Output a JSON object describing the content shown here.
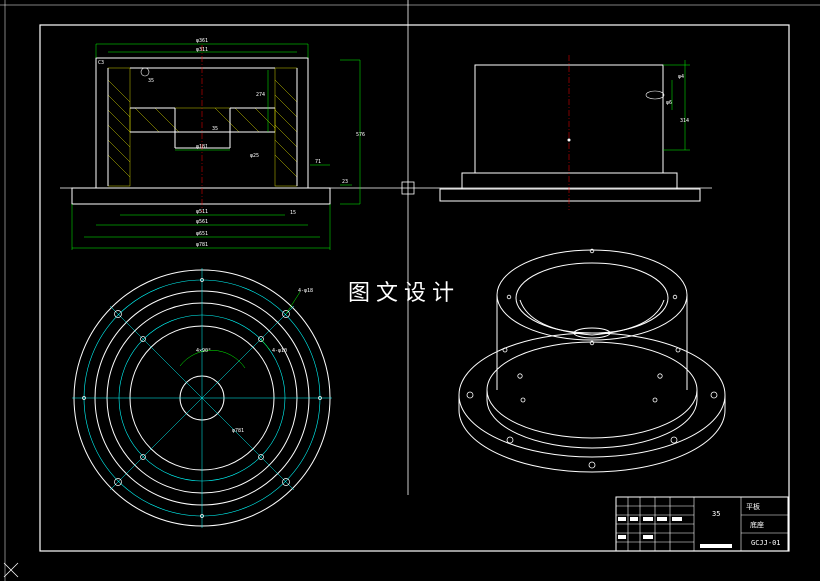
{
  "watermark": "图文设计",
  "colors": {
    "background": "#000000",
    "outline": "#ffffff",
    "dimension": "#00ff00",
    "center": "#00ffff",
    "hatch": "#ffff00"
  },
  "front_view": {
    "dims": {
      "d_top1": "φ361",
      "d_top2": "φ311",
      "d_mid": "φ181",
      "d_bore": "φ25",
      "d_b1": "φ511",
      "d_b2": "φ561",
      "d_b3": "φ651",
      "d_b4": "φ781",
      "h_left": "35",
      "h_mid": "274",
      "h_total": "576",
      "h_small": "15",
      "t1": "35",
      "t2": "71",
      "t3": "23",
      "corner": "C3"
    }
  },
  "side_view": {
    "dims": {
      "a": "φ4",
      "b": "314",
      "c": "φ6"
    }
  },
  "top_view": {
    "dims": {
      "angle": "4×90°",
      "hole": "4-φ10",
      "hole2": "4-φ18",
      "r": "φ781"
    }
  },
  "title_block": {
    "material": "35",
    "scale": "平板",
    "name": "底座",
    "drawing_no": "GCJJ-01"
  }
}
